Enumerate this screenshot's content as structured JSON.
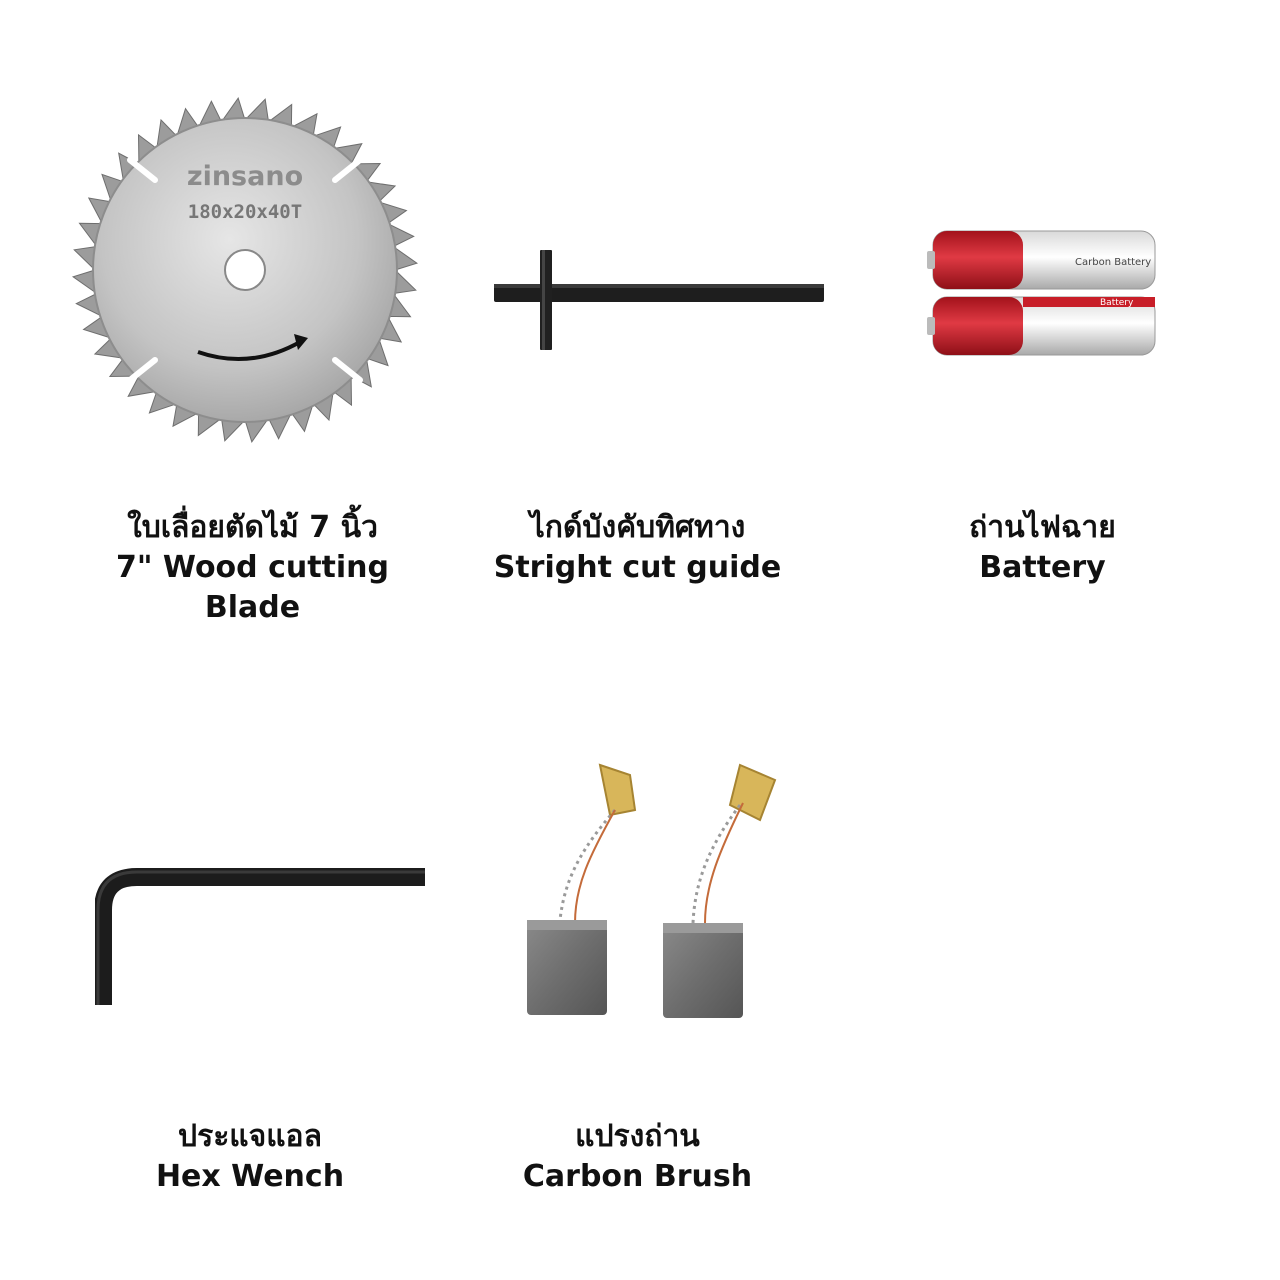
{
  "items": [
    {
      "thai": "ใบเลื่อยตัดไม้ 7 นิ้ว",
      "english": [
        "7\" Wood cutting",
        "Blade"
      ],
      "photo": "saw-blade",
      "blade_marking": [
        "zinsano",
        "180x20x40T"
      ]
    },
    {
      "thai": "ไกด์บังคับทิศทาง",
      "english": [
        "Stright cut guide"
      ],
      "photo": "cut-guide"
    },
    {
      "thai": "ถ่านไฟฉาย",
      "english": [
        "Battery"
      ],
      "photo": "batteries",
      "battery_marking": [
        "Carbon Battery",
        "Battery"
      ]
    },
    {
      "thai": "ประแจแอล",
      "english": [
        "Hex Wench"
      ],
      "photo": "hex-key"
    },
    {
      "thai": "แปรงถ่าน",
      "english": [
        "Carbon Brush"
      ],
      "photo": "carbon-brushes"
    }
  ],
  "colors": {
    "background": "#ffffff",
    "text": "#111111",
    "battery_red": "#c81e28",
    "metal": "#c9c9c9"
  }
}
